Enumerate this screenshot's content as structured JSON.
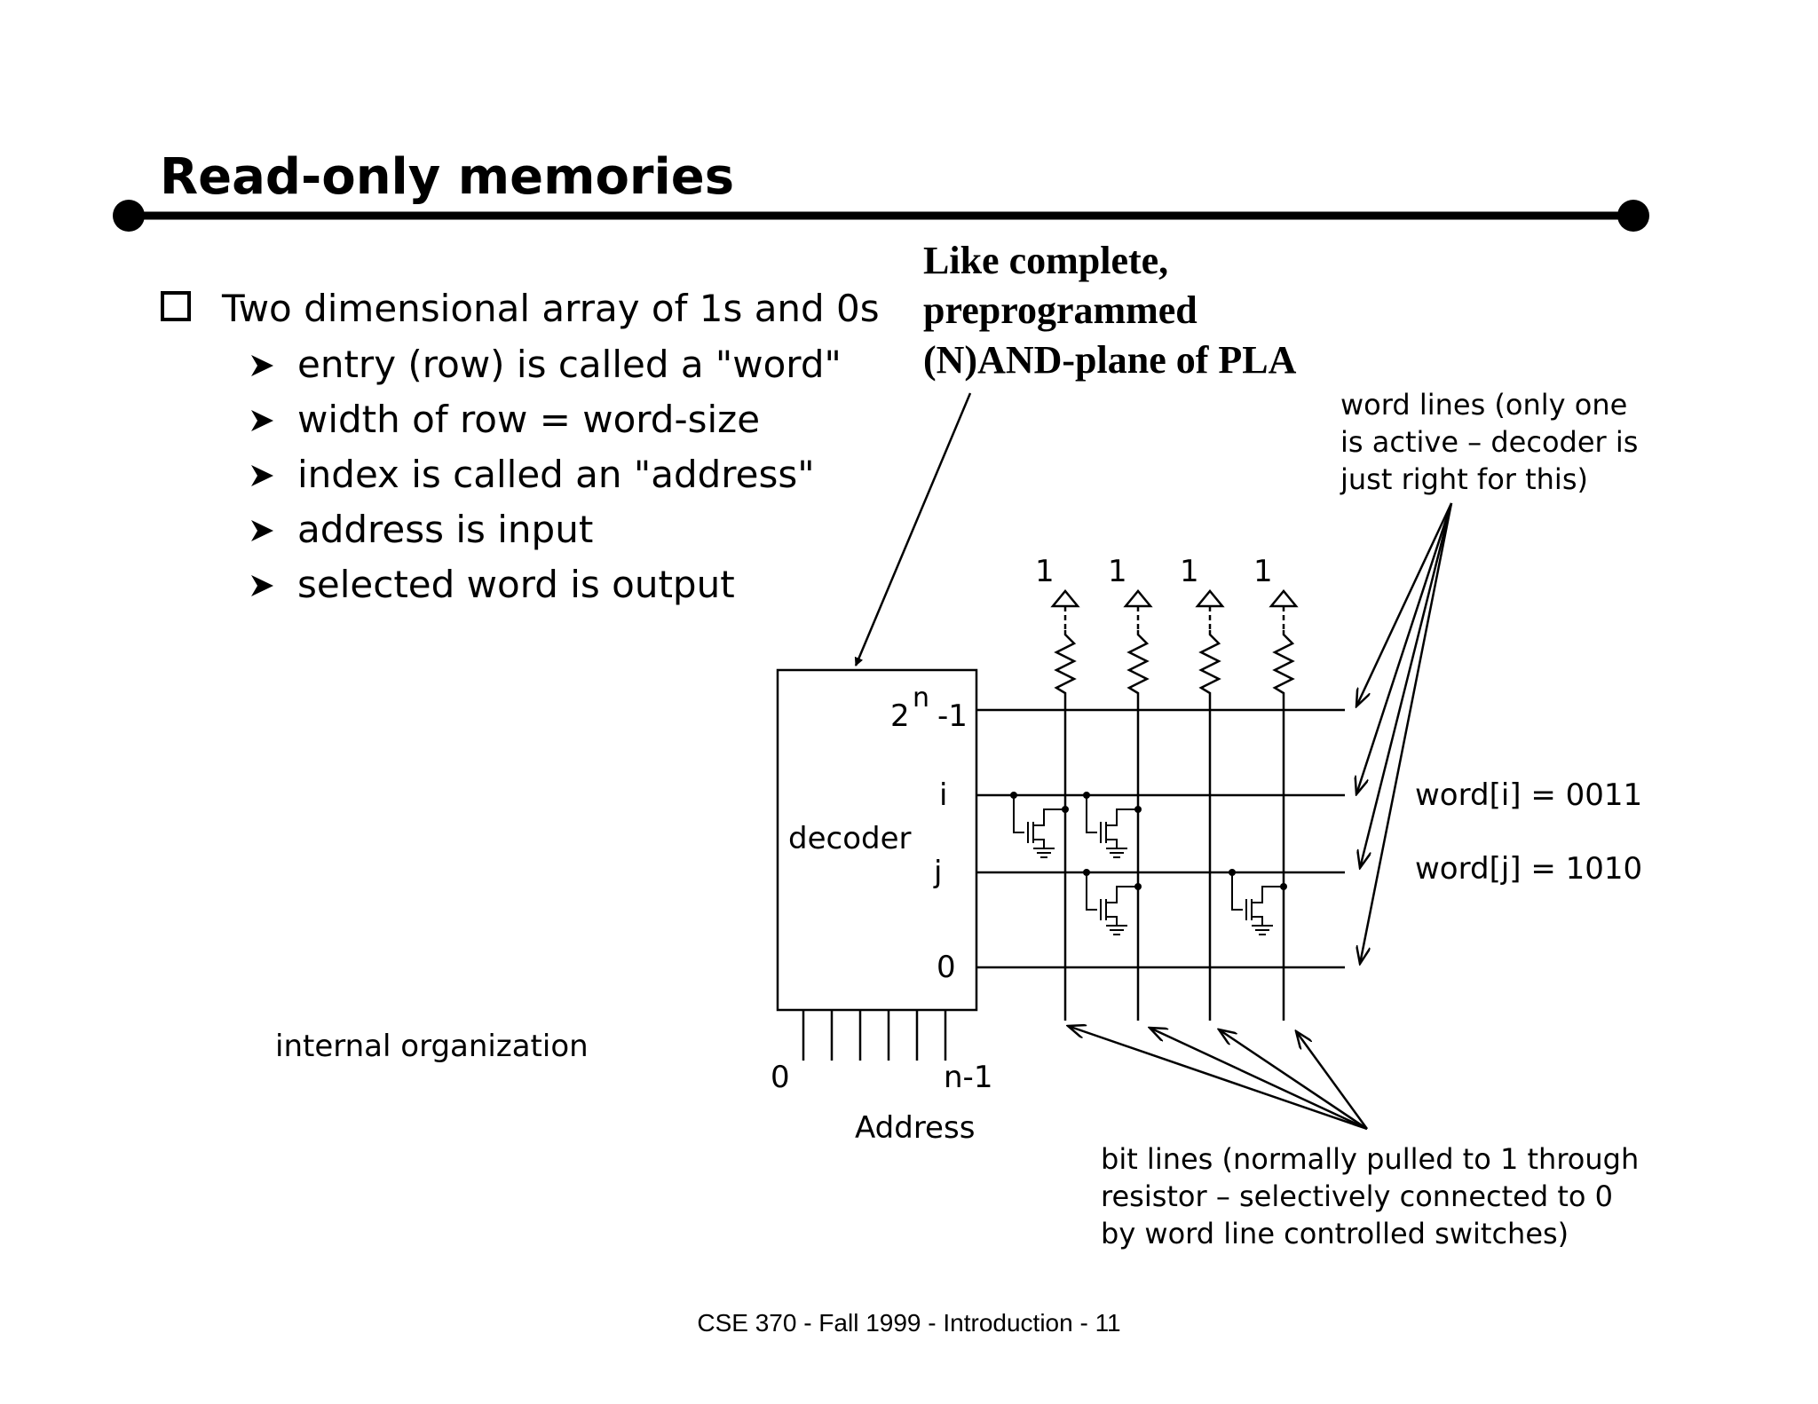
{
  "title": "Read-only memories",
  "bullets": {
    "main": "Two dimensional array of 1s and 0s",
    "sub": [
      "entry (row) is called a \"word\"",
      "width of row = word-size",
      "index is called an \"address\"",
      "address is input",
      "selected word is output"
    ]
  },
  "callout": [
    "Like complete,",
    "preprogrammed",
    "(N)AND-plane of PLA"
  ],
  "word_lines_note": [
    "word lines (only one",
    "is active – decoder is",
    "just right for this)"
  ],
  "bit_lines_note": [
    "bit lines (normally pulled to 1 through",
    "resistor – selectively connected to 0",
    "by word line controlled switches)"
  ],
  "decoder": {
    "label": "decoder",
    "row_top_base": "2",
    "row_top_exp": "n",
    "row_top_suffix": "-1",
    "row_i": "i",
    "row_j": "j",
    "row_zero": "0",
    "addr_low": "0",
    "addr_high": "n-1",
    "addr_label": "Address"
  },
  "pullup_values": [
    "1",
    "1",
    "1",
    "1"
  ],
  "words": {
    "i": "word[i] = 0011",
    "j": "word[j] = 1010"
  },
  "caption": "internal organization",
  "footer": "CSE 370 - Fall 1999 - Introduction - 11"
}
